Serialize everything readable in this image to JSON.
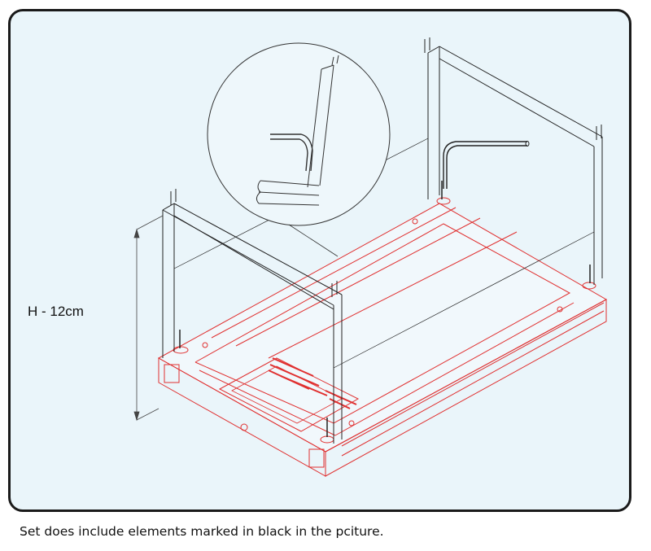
{
  "height_label": "H - 12cm",
  "caption": "Set does include elements marked in black in the pciture.",
  "colors": {
    "background": "#eaf5fa",
    "frame_border": "#1a1a1a",
    "included_parts": "#222222",
    "not_included_parts": "#e03030"
  },
  "icons": [
    "zoom-detail-circle",
    "wire-hook",
    "bracket-frame",
    "base-tray"
  ]
}
